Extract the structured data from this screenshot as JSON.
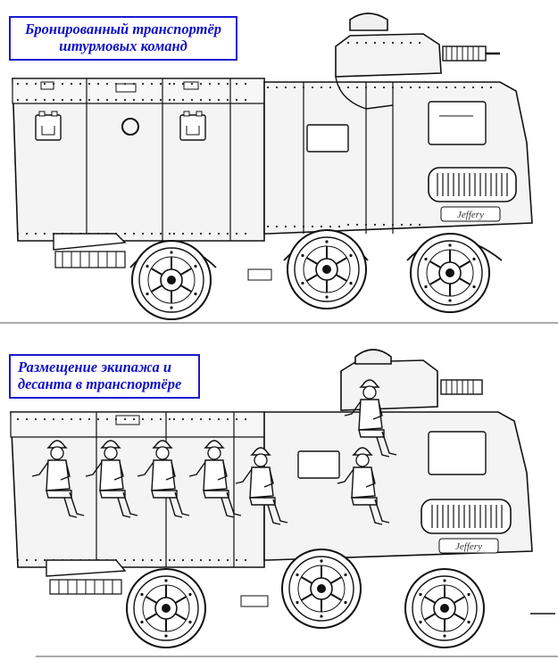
{
  "panels": [
    {
      "caption_line1": "Бронированный транспортёр",
      "caption_line2": "штурмовых команд",
      "vehicle_badge": "Jeffery"
    },
    {
      "caption_line1": "Размещение экипажа и",
      "caption_line2": "десанта в транспортёре",
      "vehicle_badge": "Jeffery"
    }
  ],
  "colors": {
    "caption_text": "#1010c8",
    "caption_border": "#1a1ad0",
    "line_art": "#111111",
    "hull_fill": "#f4f4f4"
  }
}
